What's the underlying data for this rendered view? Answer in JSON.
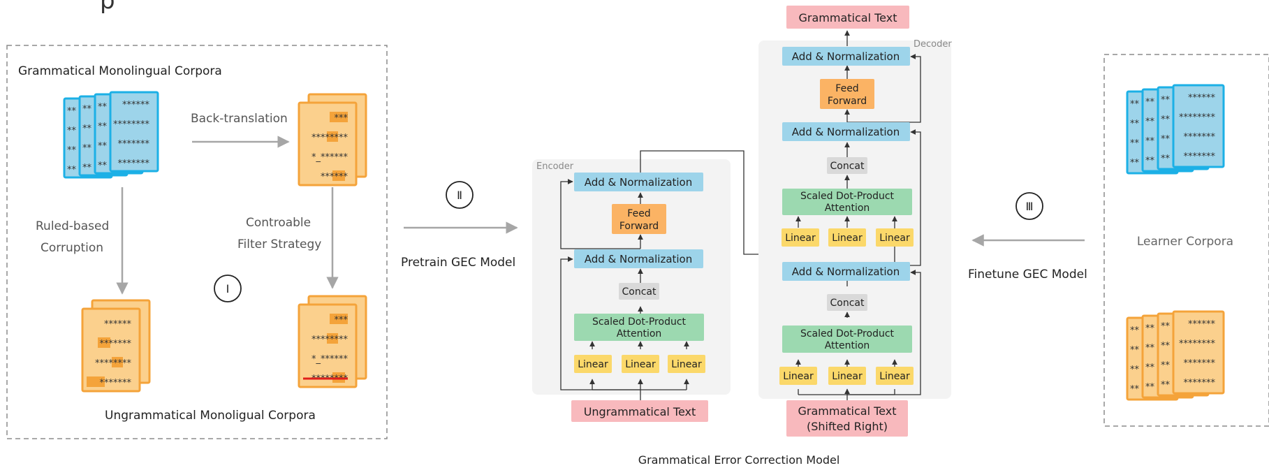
{
  "header": {
    "clipped_title": "p"
  },
  "left_panel": {
    "title": "Grammatical Monolingual Corpora",
    "back_translation": "Back-translation",
    "ruled_based": [
      "Ruled-based",
      "Corruption"
    ],
    "filter_strategy": [
      "Controable",
      "Filter Strategy"
    ],
    "step_label": "Ⅰ",
    "caption": "Ungrammatical Monoligual Corpora"
  },
  "doc_stars": [
    "******",
    "********",
    "*******",
    "*******"
  ],
  "pretrain": {
    "step_label": "Ⅱ",
    "label": "Pretrain GEC Model"
  },
  "encoder": {
    "title": "Encoder",
    "add_norm_top": "Add & Normalization",
    "feed_forward": [
      "Feed",
      "Forward"
    ],
    "add_norm_mid": "Add & Normalization",
    "concat": "Concat",
    "attention": [
      "Scaled Dot-Product",
      "Attention"
    ],
    "linear": "Linear",
    "input": "Ungrammatical Text"
  },
  "decoder": {
    "title": "Decoder",
    "output": "Grammatical Text",
    "add_norm_top": "Add & Normalization",
    "feed_forward": [
      "Feed",
      "Forward"
    ],
    "add_norm_mid": "Add & Normalization",
    "concat_cross": "Concat",
    "attention_cross": [
      "Scaled Dot-Product",
      "Attention"
    ],
    "linear": "Linear",
    "add_norm_bottom": "Add & Normalization",
    "concat_self": "Concat",
    "attention_self": [
      "Scaled Dot-Product",
      "Attention"
    ],
    "input": [
      "Grammatical Text",
      "(Shifted Right)"
    ]
  },
  "model_caption": "Grammatical Error Correction Model",
  "finetune": {
    "step_label": "Ⅲ",
    "label": "Finetune GEC Model"
  },
  "right_panel": {
    "label": "Learner Corpora"
  },
  "colors": {
    "blue_block": "#9dd4ea",
    "orange_block": "#fbb364",
    "green_block": "#9cd9b0",
    "yellow_block": "#fbd86a",
    "pink_block": "#f8b9bd",
    "gray_block": "#d9d9d9",
    "doc_blue": "#1cb0e6",
    "doc_orange": "#f4a33a"
  }
}
